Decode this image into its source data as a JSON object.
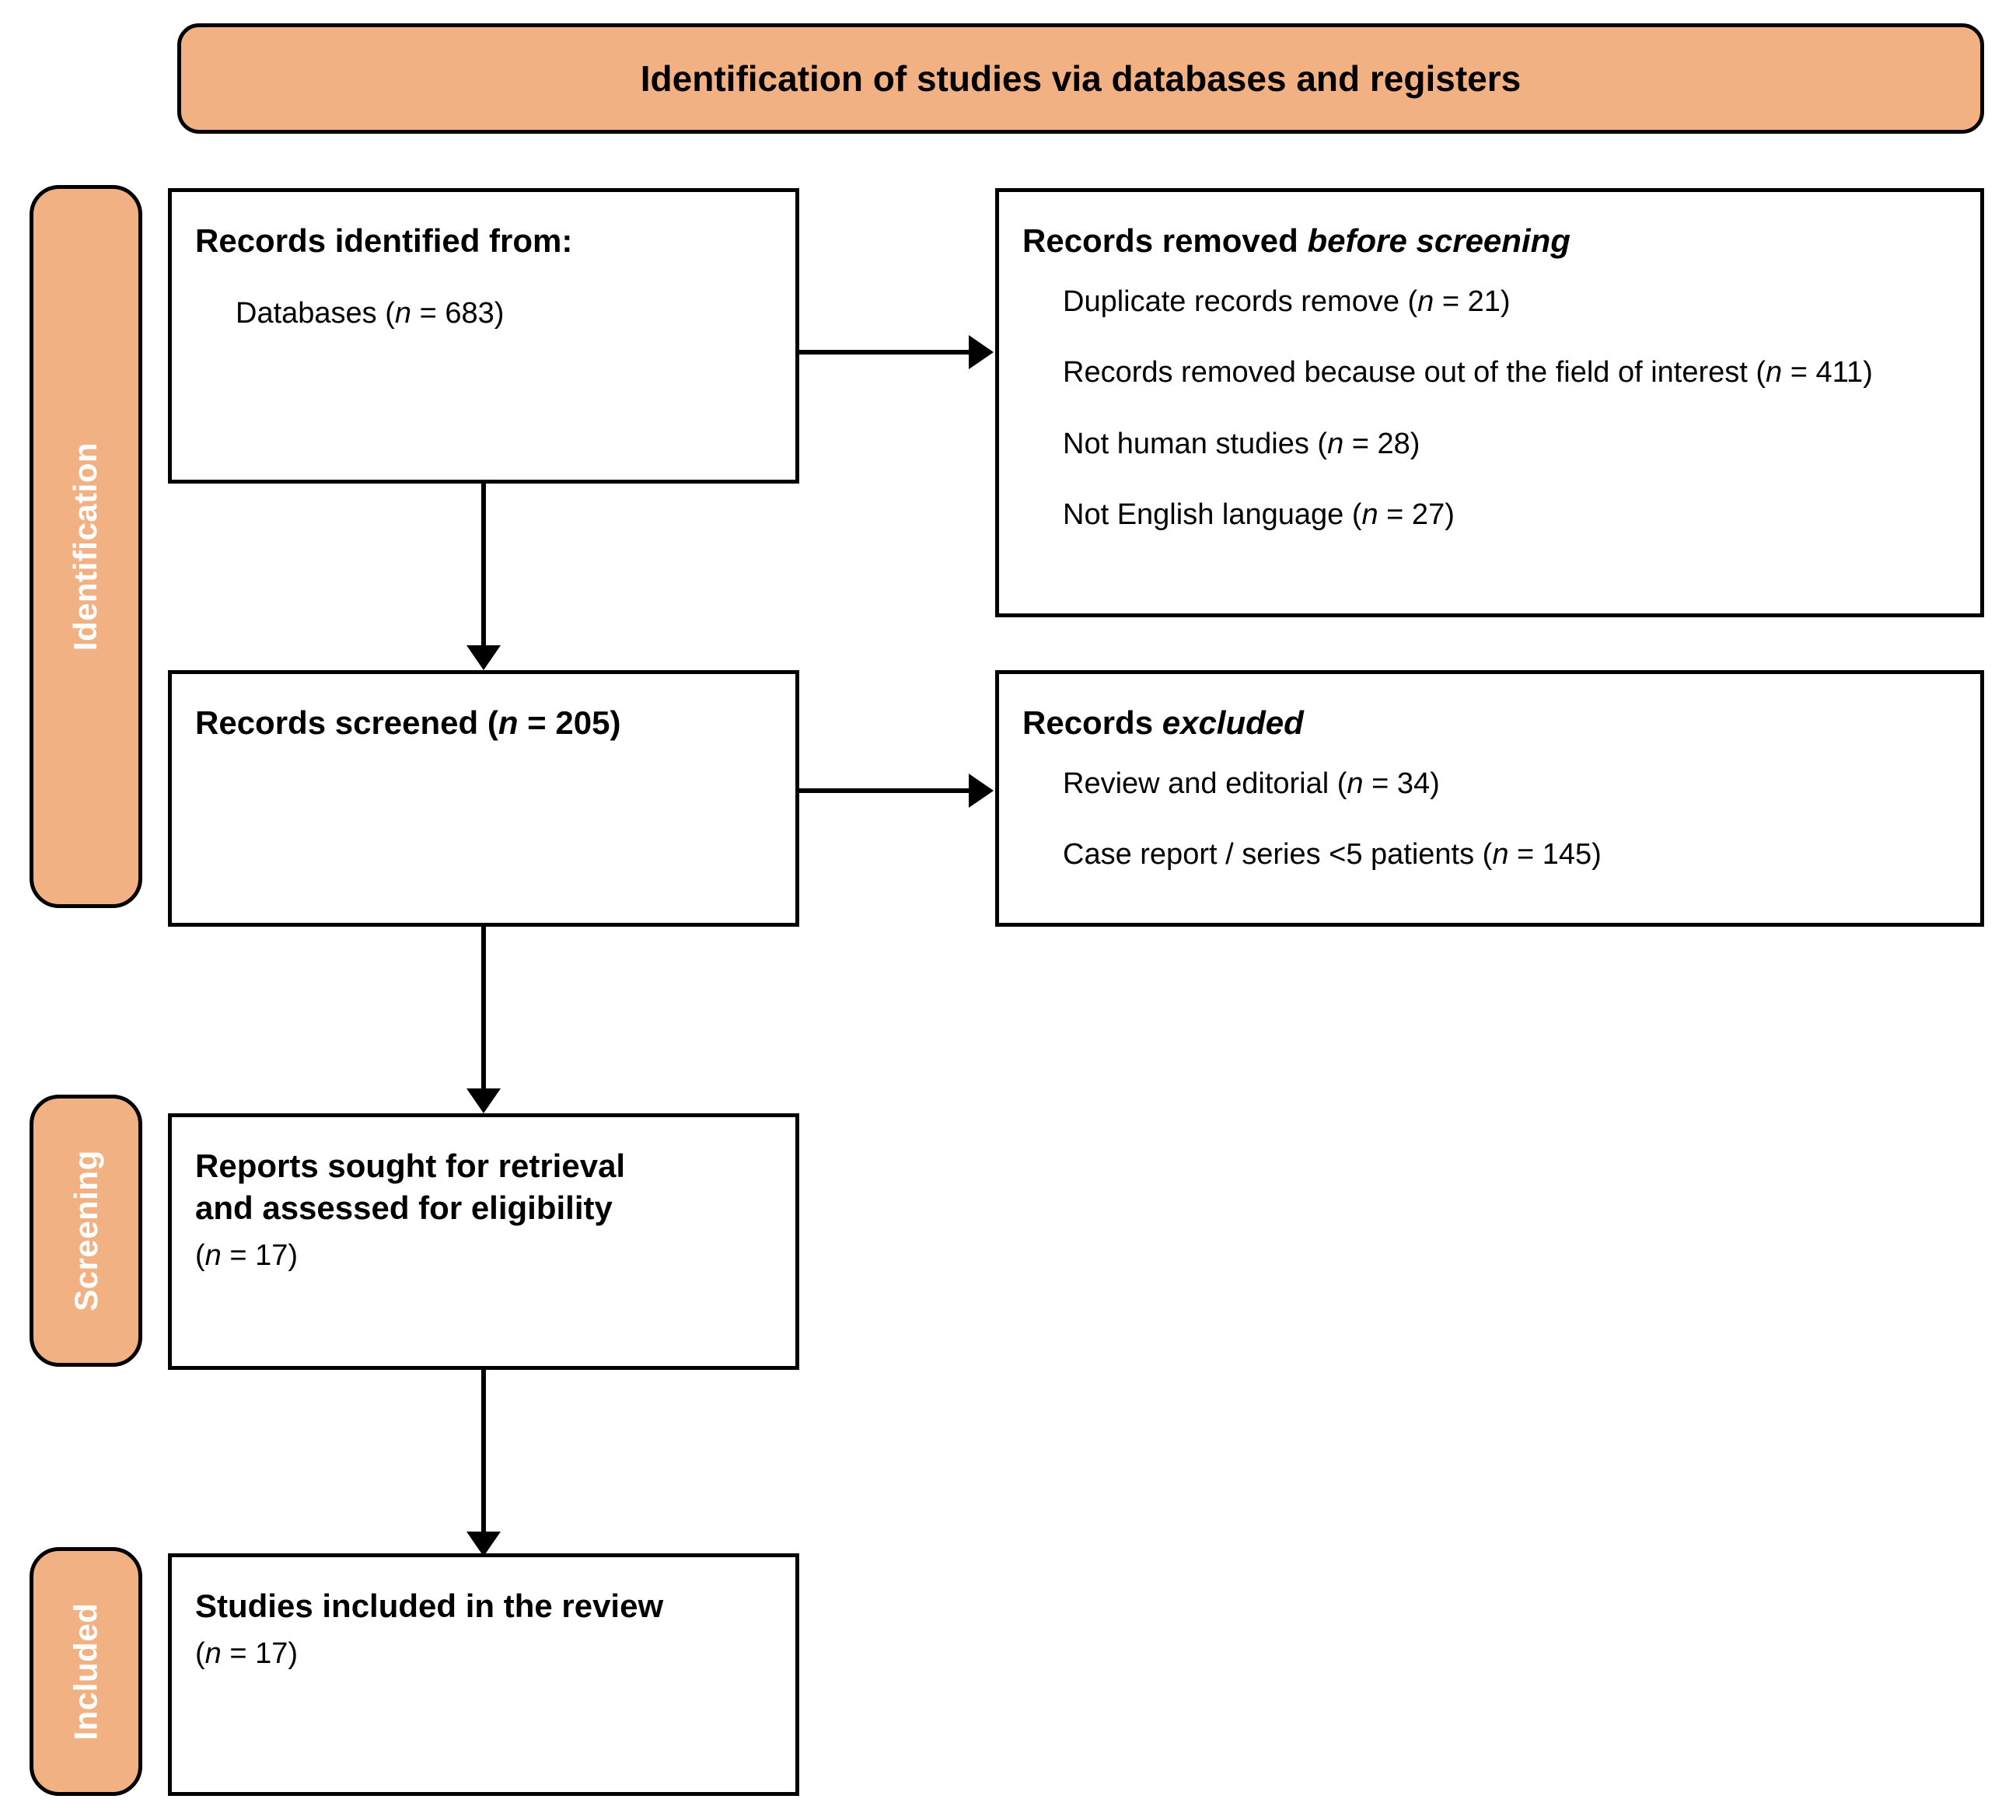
{
  "colors": {
    "phase_fill": "#F2B183",
    "box_border": "#000000",
    "box_fill": "#FFFFFF",
    "phase_label_text": "#FFFFFF",
    "header_text": "#000000"
  },
  "header": {
    "title": "Identification of studies via databases and registers"
  },
  "phases": [
    {
      "key": "identification",
      "label": "Identification"
    },
    {
      "key": "screening",
      "label": "Screening"
    },
    {
      "key": "included",
      "label": "Included"
    }
  ],
  "boxes": {
    "identified": {
      "title": "Records identified from:",
      "items": [
        {
          "text": "Databases (",
          "nvar": "n",
          "value": " = 683)"
        }
      ],
      "line_databases": "Databases (n = 683)"
    },
    "removed_before_screening": {
      "title_plain": "Records removed ",
      "title_italic": "before screening",
      "items": [
        "Duplicate records remove (n = 21)",
        "Records removed because out of the field of interest (n = 411)",
        "Not human studies (n = 28)",
        "Not English language (n = 27)"
      ]
    },
    "screened": {
      "title_plain": "Records screened ",
      "title_rest": "(n = 205)"
    },
    "records_excluded": {
      "title_plain": "Records ",
      "title_italic": "excluded",
      "items": [
        "Review and editorial (n = 34)",
        "Case report / series <5 patients (n = 145)"
      ]
    },
    "sought_retrieval": {
      "title_line1": "Reports sought for retrieval",
      "title_line2": "and assessed for eligibility",
      "count_line": "(n = 17)"
    },
    "included_review": {
      "title_line1": "Studies included in the review",
      "count_line": "(n = 17)"
    }
  },
  "connectors": [
    {
      "name": "identified-to-removed",
      "direction": "right"
    },
    {
      "name": "identified-to-screened",
      "direction": "down"
    },
    {
      "name": "screened-to-excluded",
      "direction": "right"
    },
    {
      "name": "screened-to-sought",
      "direction": "down"
    },
    {
      "name": "sought-to-included",
      "direction": "down"
    }
  ]
}
